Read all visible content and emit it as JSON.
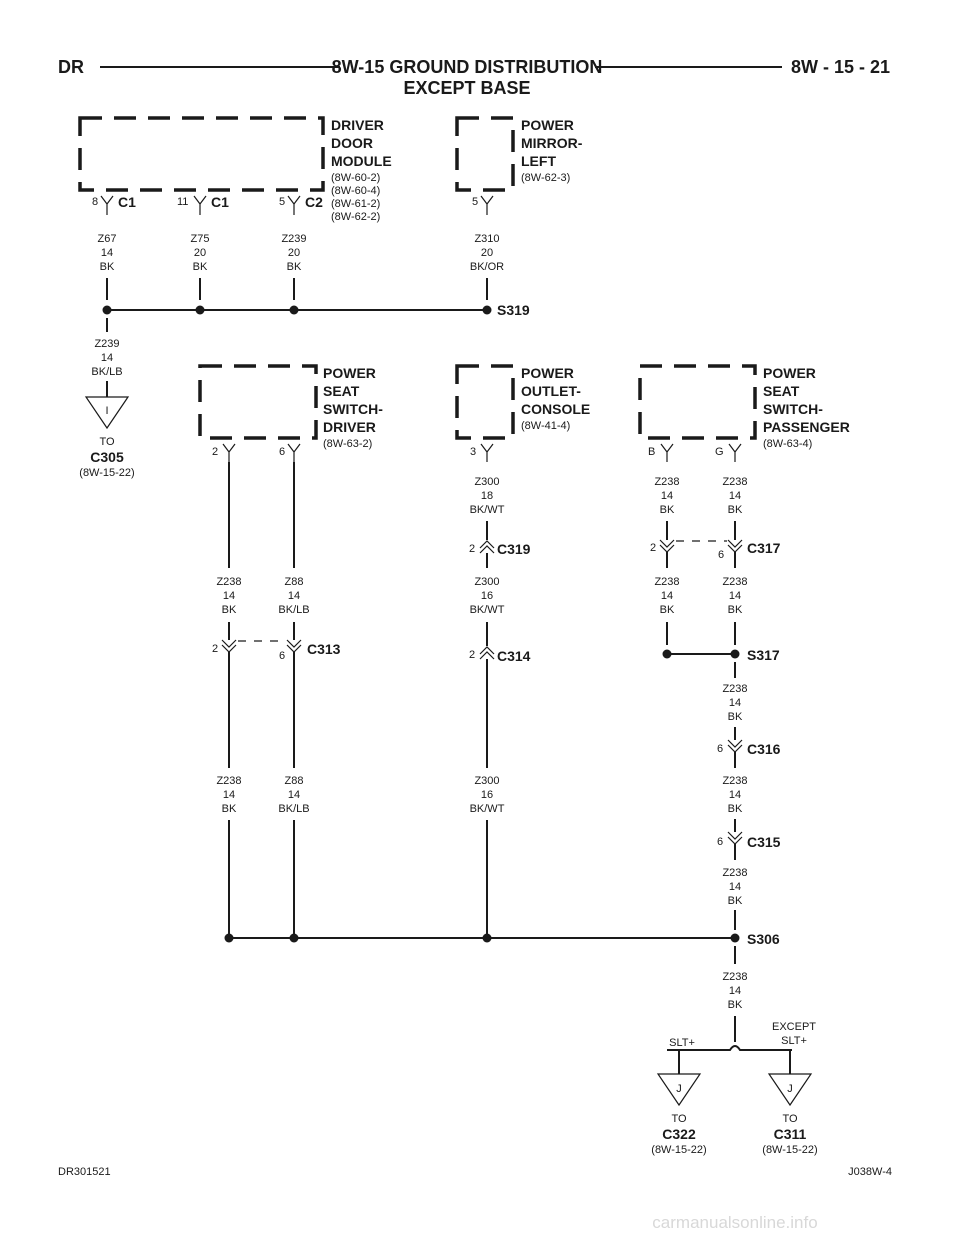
{
  "header": {
    "left": "DR",
    "title_line1": "8W-15 GROUND DISTRIBUTION",
    "title_line2": "EXCEPT BASE",
    "right": "8W - 15 - 21"
  },
  "components": {
    "driver_door_module": {
      "name": [
        "DRIVER",
        "DOOR",
        "MODULE"
      ],
      "refs": [
        "(8W-60-2)",
        "(8W-60-4)",
        "(8W-61-2)",
        "(8W-62-2)"
      ]
    },
    "power_mirror_left": {
      "name": [
        "POWER",
        "MIRROR-",
        "LEFT"
      ],
      "refs": [
        "(8W-62-3)"
      ]
    },
    "power_seat_switch_driver": {
      "name": [
        "POWER",
        "SEAT",
        "SWITCH-",
        "DRIVER"
      ],
      "refs": [
        "(8W-63-2)"
      ]
    },
    "power_outlet_console": {
      "name": [
        "POWER",
        "OUTLET-",
        "CONSOLE"
      ],
      "refs": [
        "(8W-41-4)"
      ]
    },
    "power_seat_switch_passenger": {
      "name": [
        "POWER",
        "SEAT",
        "SWITCH-",
        "PASSENGER"
      ],
      "refs": [
        "(8W-63-4)"
      ]
    }
  },
  "pins": {
    "ddm_c1_pin8": "8",
    "ddm_c1_label_a": "C1",
    "ddm_c1_pin11": "11",
    "ddm_c1_label_b": "C1",
    "ddm_c2_pin5": "5",
    "ddm_c2_label": "C2",
    "mirror_pin5": "5",
    "seat_driver_pin2": "2",
    "seat_driver_pin6": "6",
    "outlet_pin3": "3",
    "seat_pass_pinB": "B",
    "seat_pass_pinG": "G"
  },
  "wires": {
    "z67": [
      "Z67",
      "14",
      "BK"
    ],
    "z75": [
      "Z75",
      "20",
      "BK"
    ],
    "z239_ddm": [
      "Z239",
      "20",
      "BK"
    ],
    "z310": [
      "Z310",
      "20",
      "BK/OR"
    ],
    "z239_out": [
      "Z239",
      "14",
      "BK/LB"
    ],
    "z238_drv_upper": [
      "Z238",
      "14",
      "BK"
    ],
    "z88_upper": [
      "Z88",
      "14",
      "BK/LB"
    ],
    "z238_drv_lower": [
      "Z238",
      "14",
      "BK"
    ],
    "z88_lower": [
      "Z88",
      "14",
      "BK/LB"
    ],
    "z300_a": [
      "Z300",
      "18",
      "BK/WT"
    ],
    "z300_b": [
      "Z300",
      "16",
      "BK/WT"
    ],
    "z300_c": [
      "Z300",
      "16",
      "BK/WT"
    ],
    "z238_pb_a": [
      "Z238",
      "14",
      "BK"
    ],
    "z238_pg_a": [
      "Z238",
      "14",
      "BK"
    ],
    "z238_pb_b": [
      "Z238",
      "14",
      "BK"
    ],
    "z238_pg_b": [
      "Z238",
      "14",
      "BK"
    ],
    "z238_s317": [
      "Z238",
      "14",
      "BK"
    ],
    "z238_c316": [
      "Z238",
      "14",
      "BK"
    ],
    "z238_c315": [
      "Z238",
      "14",
      "BK"
    ],
    "z238_s306": [
      "Z238",
      "14",
      "BK"
    ]
  },
  "connectors": {
    "c313": {
      "name": "C313",
      "pin_a": "2",
      "pin_b": "6"
    },
    "c319": {
      "name": "C319",
      "pin": "2"
    },
    "c314": {
      "name": "C314",
      "pin": "2"
    },
    "c317": {
      "name": "C317",
      "pin_a": "2",
      "pin_b": "6"
    },
    "c316": {
      "name": "C316",
      "pin": "6"
    },
    "c315": {
      "name": "C315",
      "pin": "6"
    }
  },
  "splices": {
    "s319": "S319",
    "s317": "S317",
    "s306": "S306"
  },
  "offpage": {
    "c305": {
      "letter": "I",
      "to": "TO",
      "name": "C305",
      "ref": "(8W-15-22)"
    },
    "c322": {
      "letter": "J",
      "to": "TO",
      "name": "C322",
      "ref": "(8W-15-22)"
    },
    "c311": {
      "letter": "J",
      "to": "TO",
      "name": "C311",
      "ref": "(8W-15-22)"
    }
  },
  "options": {
    "slt_plus": "SLT+",
    "except": [
      "EXCEPT",
      "SLT+"
    ]
  },
  "footer": {
    "left": "DR301521",
    "right": "J038W-4"
  },
  "watermark": "carmanualsonline.info"
}
